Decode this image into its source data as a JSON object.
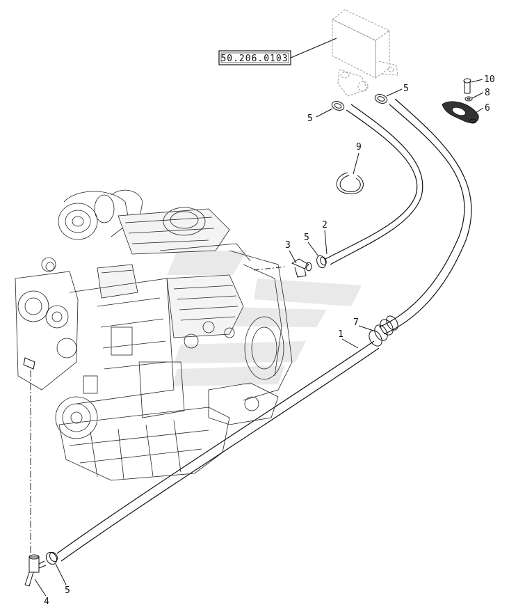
{
  "reference": {
    "label": "50.206.0103"
  },
  "callouts": {
    "c1": "1",
    "c2": "2",
    "c3": "3",
    "c4": "4",
    "c5a": "5",
    "c5b": "5",
    "c5c": "5",
    "c5d": "5",
    "c6": "6",
    "c7": "7",
    "c8": "8",
    "c9": "9",
    "c10": "10"
  },
  "parts": {
    "ecu_module": "module",
    "hose_inner": "hose",
    "hose_outer": "hose",
    "clamp": "clamp",
    "bolt": "bolt",
    "washer": "washer",
    "retaining_ring": "ring",
    "elbow_fitting": "elbow",
    "drain_valve": "valve",
    "coupling": "coupling"
  }
}
